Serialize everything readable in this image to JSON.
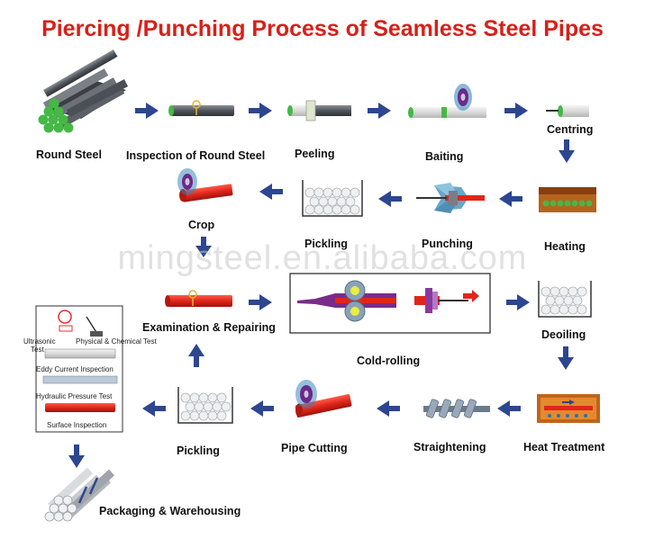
{
  "title": "Piercing /Punching Process of Seamless Steel Pipes",
  "watermark": "mingsteel.en.alibaba.com",
  "colors": {
    "title": "#d8201a",
    "arrow": "#2d4690",
    "pipe_red": "#e0261b",
    "pipe_gray": "#555a60",
    "pipe_green": "#3cb043"
  },
  "steps": {
    "round_steel": "Round Steel",
    "inspection": "Inspection of Round Steel",
    "peeling": "Peeling",
    "baiting": "Baiting",
    "centring": "Centring",
    "heating": "Heating",
    "punching": "Punching",
    "pickling_1": "Pickling",
    "crop": "Crop",
    "examination": "Examination & Repairing",
    "cold_rolling": "Cold-rolling",
    "deoiling": "Deoiling",
    "heat_treatment": "Heat Treatment",
    "straightening": "Straightening",
    "pipe_cutting": "Pipe Cutting",
    "pickling_2": "Pickling",
    "packaging": "Packaging & Warehousing"
  },
  "inspection_box": {
    "ultrasonic": "Ultrasonic",
    "test": "Test",
    "physical": "Physical & Chemical Test",
    "eddy": "Eddy Current Inspection",
    "hydraulic": "Hydraulic Pressure Test",
    "surface": "Surface Inspection"
  }
}
